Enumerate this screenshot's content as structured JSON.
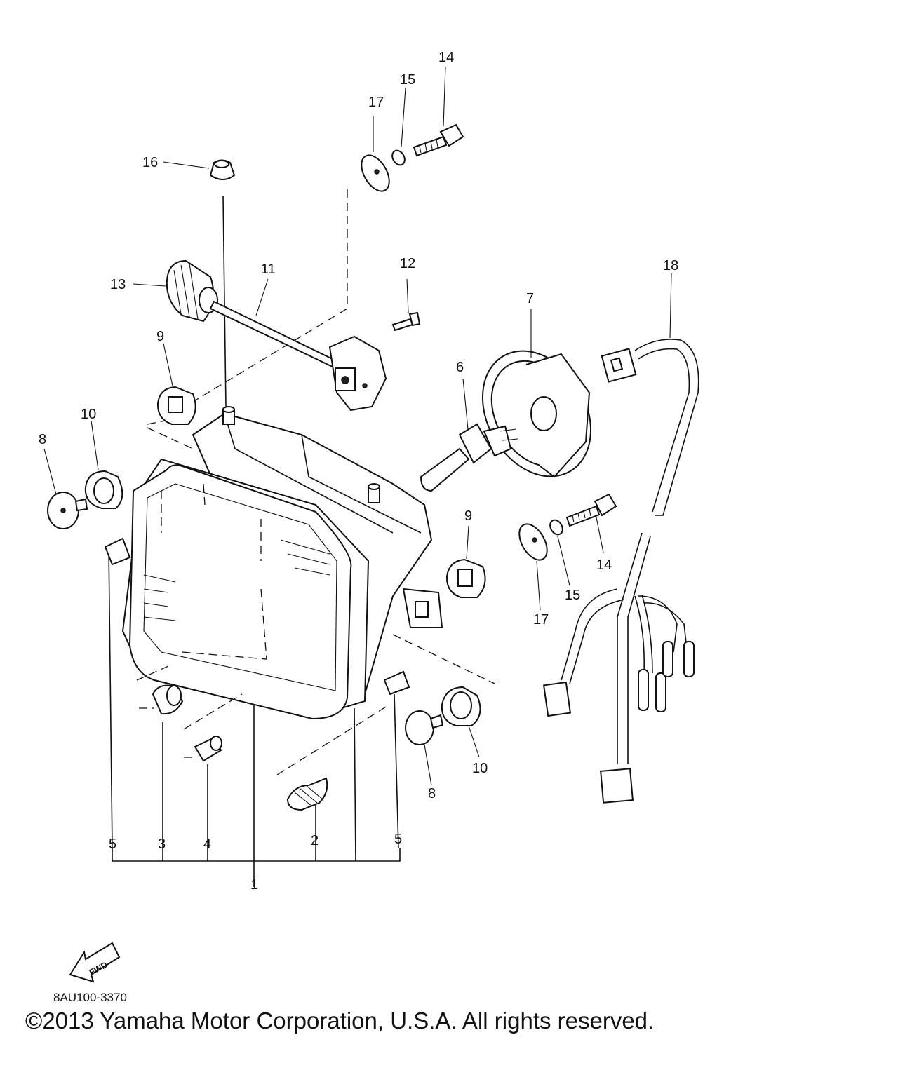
{
  "diagram": {
    "part_labels": {
      "p1": "1",
      "p2": "2",
      "p3": "3",
      "p4": "4",
      "p5": "5",
      "p6": "6",
      "p7": "7",
      "p8": "8",
      "p9": "9",
      "p10": "10",
      "p11": "11",
      "p12": "12",
      "p13": "13",
      "p14": "14",
      "p15": "15",
      "p16": "16",
      "p17": "17",
      "p18": "18"
    },
    "fwd_label": "FWD",
    "drawing_code": "8AU100-3370"
  },
  "footer": {
    "copyright": "©2013 Yamaha Motor Corporation, U.S.A. All rights reserved."
  }
}
